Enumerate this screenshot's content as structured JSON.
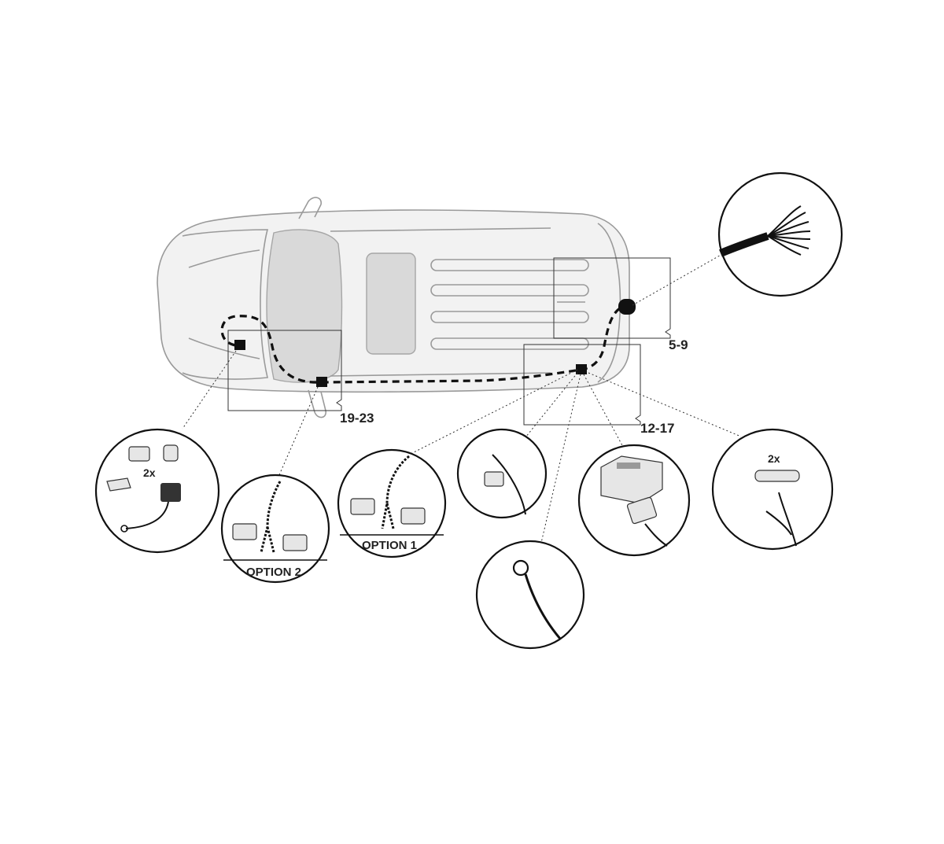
{
  "diagram": {
    "type": "vehicle wiring installation diagram",
    "step_refs": {
      "rear": "5-9",
      "right_side": "12-17",
      "front": "19-23"
    },
    "option_labels": {
      "option_1": "OPTION 1",
      "option_2": "OPTION 2"
    },
    "quantities": {
      "fuses": "2x",
      "relay_kit": "2x"
    }
  }
}
